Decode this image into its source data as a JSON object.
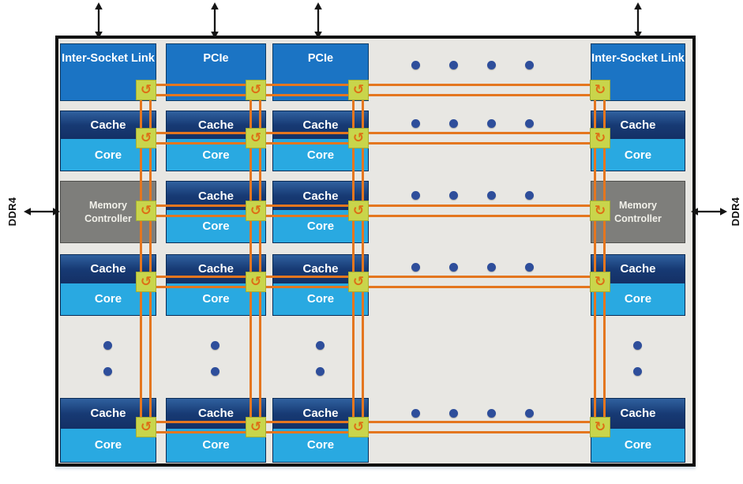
{
  "diagram_type": "cpu-mesh-architecture",
  "chip": {
    "top_ports": [
      {
        "label": "Inter-Socket Link"
      },
      {
        "label": "PCIe"
      },
      {
        "label": "PCIe"
      },
      {
        "label": "Inter-Socket Link"
      }
    ],
    "tile_labels": {
      "cache": "Cache",
      "core": "Core"
    },
    "memory_controllers": [
      {
        "label": "Memory Controller"
      },
      {
        "label": "Memory Controller"
      }
    ],
    "side_ports": {
      "left": "DDR4",
      "right": "DDR4"
    }
  },
  "icons": {
    "mesh_router_loop_left": "↺",
    "mesh_router_loop_right": "↻",
    "top_port_arrow": "double-headed-vertical-arrow",
    "ddr_arrow": "double-headed-horizontal-arrow"
  },
  "continuation": {
    "horizontal_dot_rows": 5,
    "dots_per_horizontal_row": 4,
    "vertical_dot_columns": 4,
    "dots_per_vertical_column": 2
  },
  "colors": {
    "io_block": "#1B74C4",
    "cache": "#173A74",
    "core": "#29A9E1",
    "memory_controller": "#7E7E7B",
    "chip_background": "#E8E7E3",
    "mesh_line": "#E4761F",
    "mesh_router": "#C9D54B",
    "continuation_dot": "#2E4E9B",
    "chip_border": "#111111"
  }
}
